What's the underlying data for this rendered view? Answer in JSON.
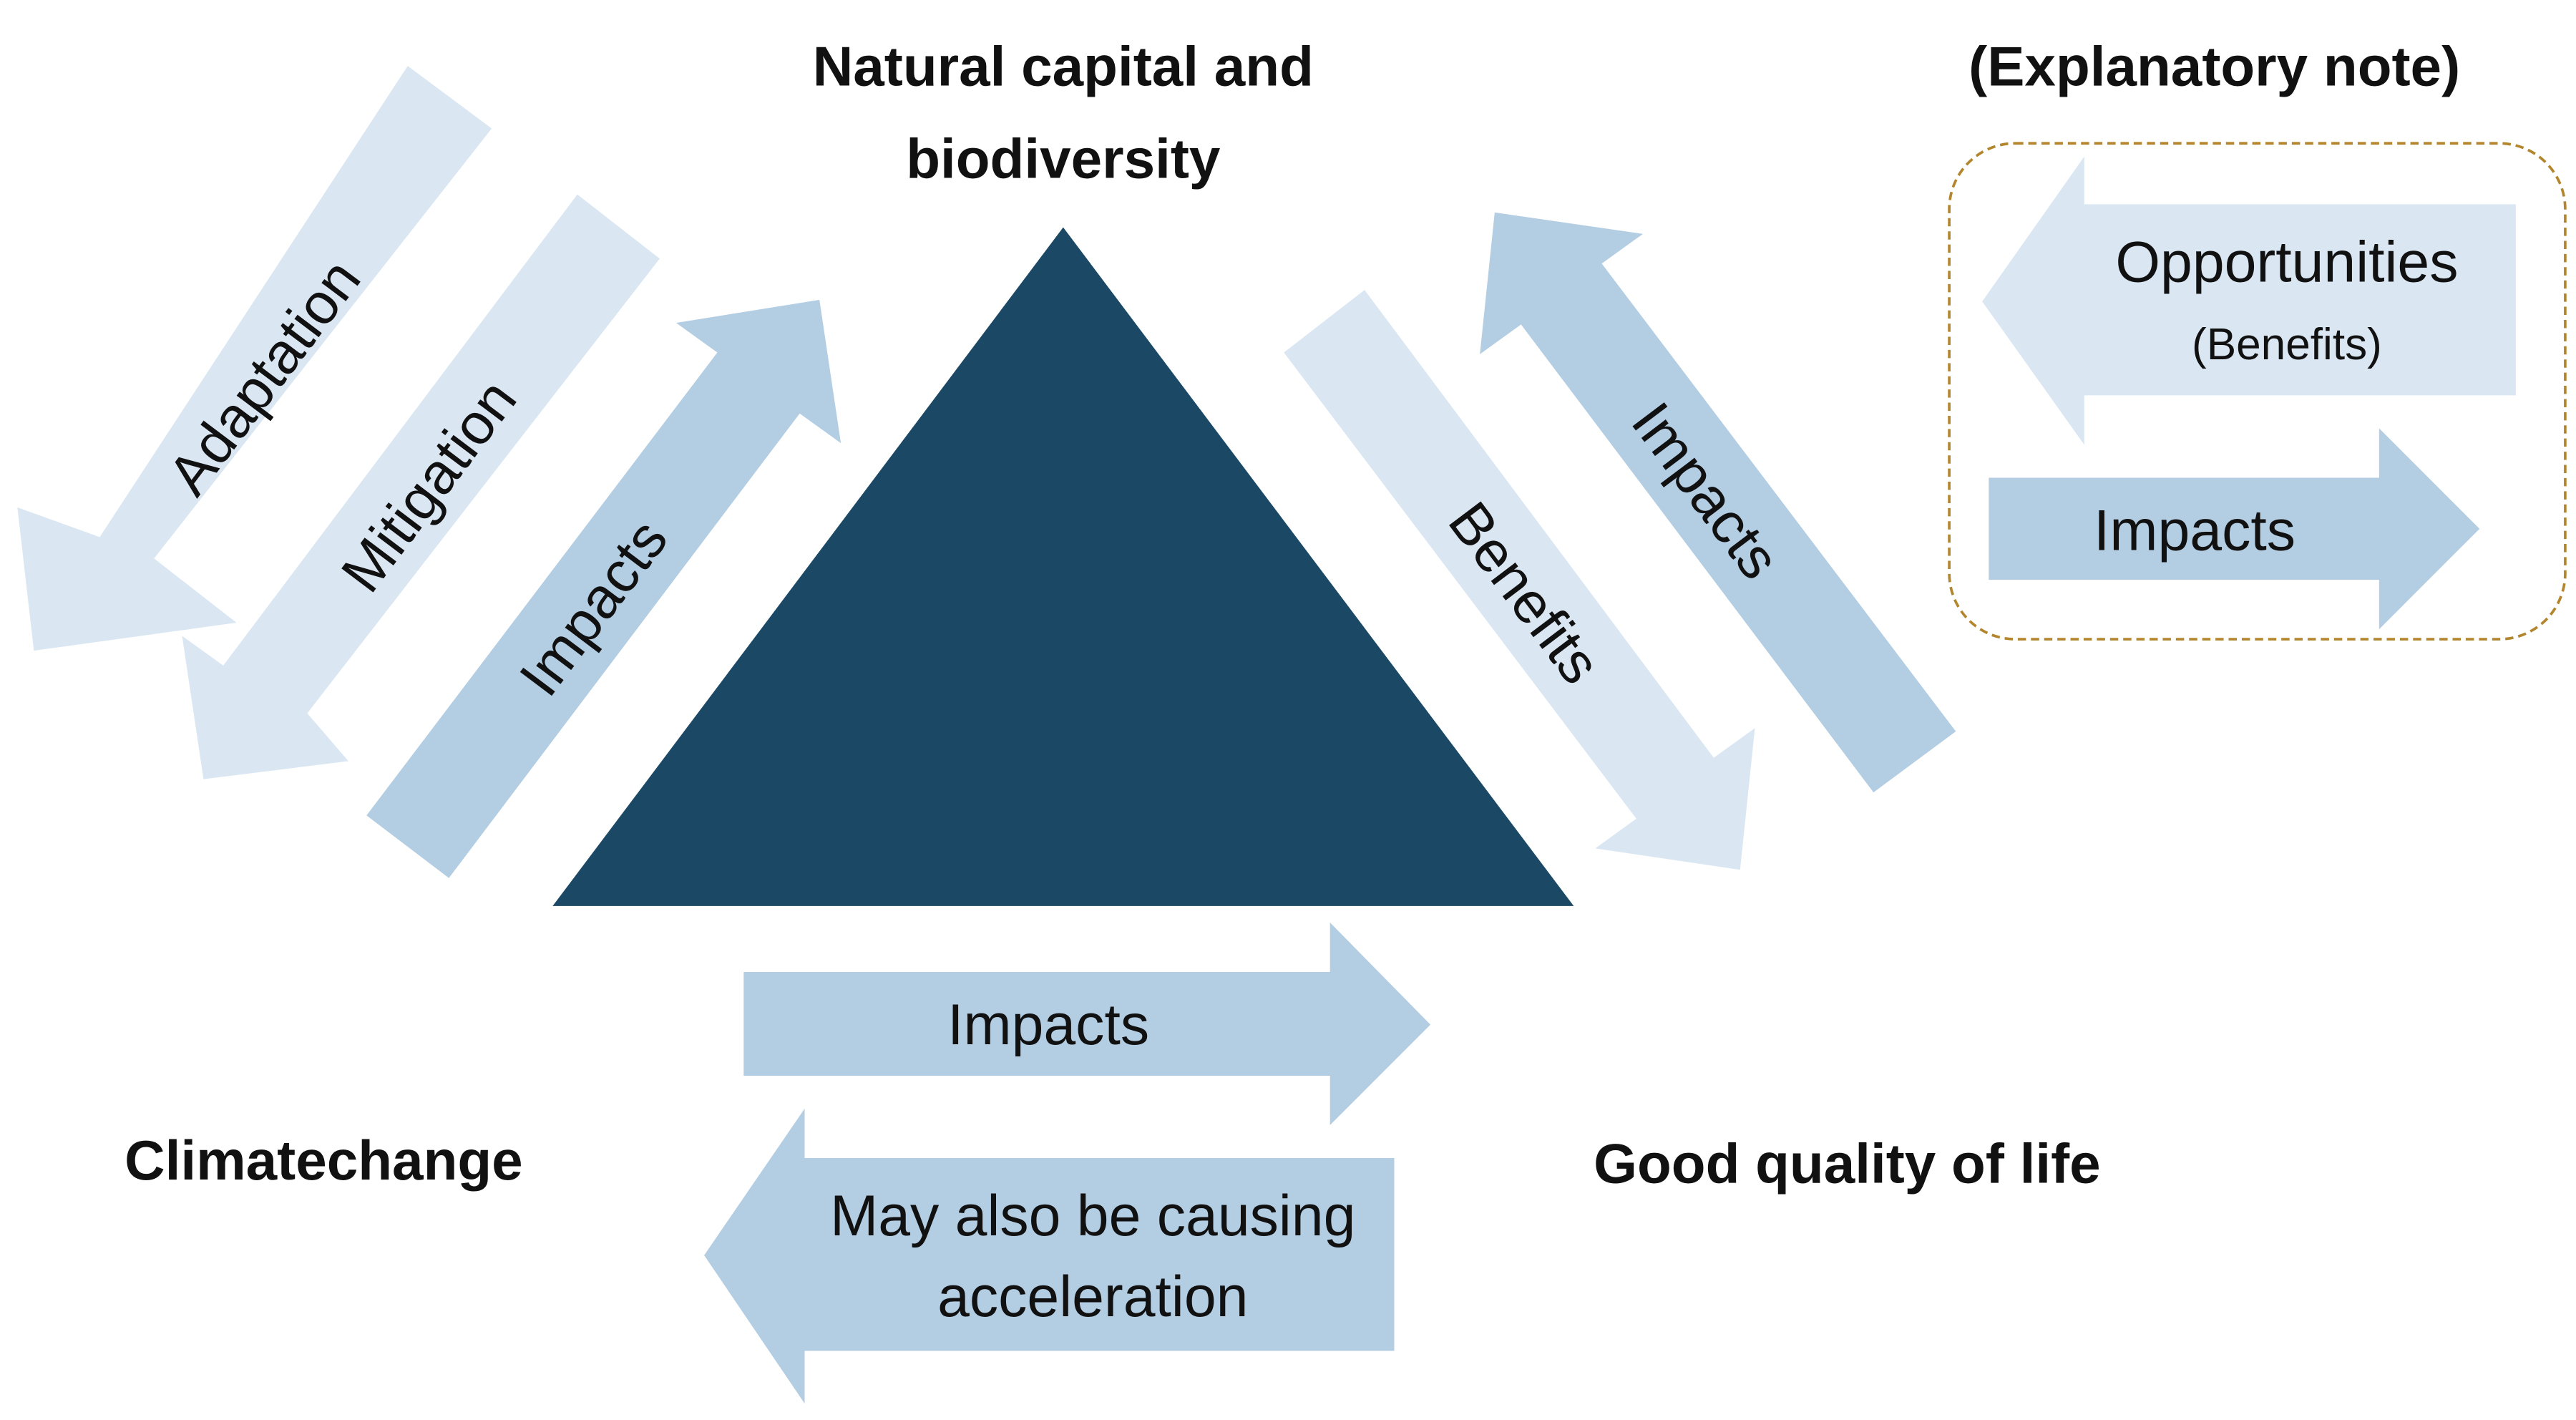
{
  "labels": {
    "natural_capital_line1": "Natural capital and",
    "natural_capital_line2": "biodiversity",
    "climate_change": "Climatechange",
    "good_quality_of_life": "Good quality of life",
    "explanatory_note": "(Explanatory note)"
  },
  "arrows": {
    "adaptation": "Adaptation",
    "mitigation": "Mitigation",
    "impacts_left": "Impacts",
    "benefits_right": "Benefits",
    "impacts_right": "Impacts",
    "impacts_bottom": "Impacts",
    "acceleration_line1": "May also be causing",
    "acceleration_line2": "acceleration"
  },
  "legend": {
    "opportunities": "Opportunities",
    "benefits_paren": "(Benefits)",
    "impacts": "Impacts"
  },
  "colors": {
    "triangle": "#1b4965",
    "arrow_light": "#dae7f3",
    "arrow_medium": "#b3cde3",
    "legend_border": "#b3862e",
    "text": "#111111"
  }
}
